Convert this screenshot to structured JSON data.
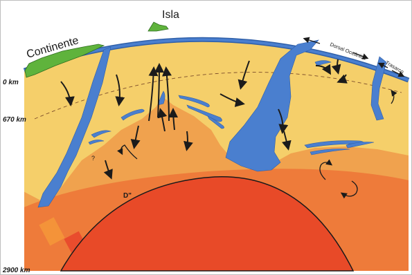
{
  "labels": {
    "isla": "Isla",
    "continente": "Continente",
    "dorsal": "Dorsal Oceánica",
    "trasarco": "Trasarco",
    "depth_0": "0 km",
    "depth_670": "670 km",
    "depth_2900": "2900 km",
    "d_layer": "D\"",
    "question": "?"
  },
  "colors": {
    "upper_mantle": "#f5cf6a",
    "lower_mantle": "#f0a24e",
    "d_layer": "#ee7b3a",
    "core": "#e84a28",
    "slab": "#4a7fcf",
    "continent": "#5fb33c"
  }
}
